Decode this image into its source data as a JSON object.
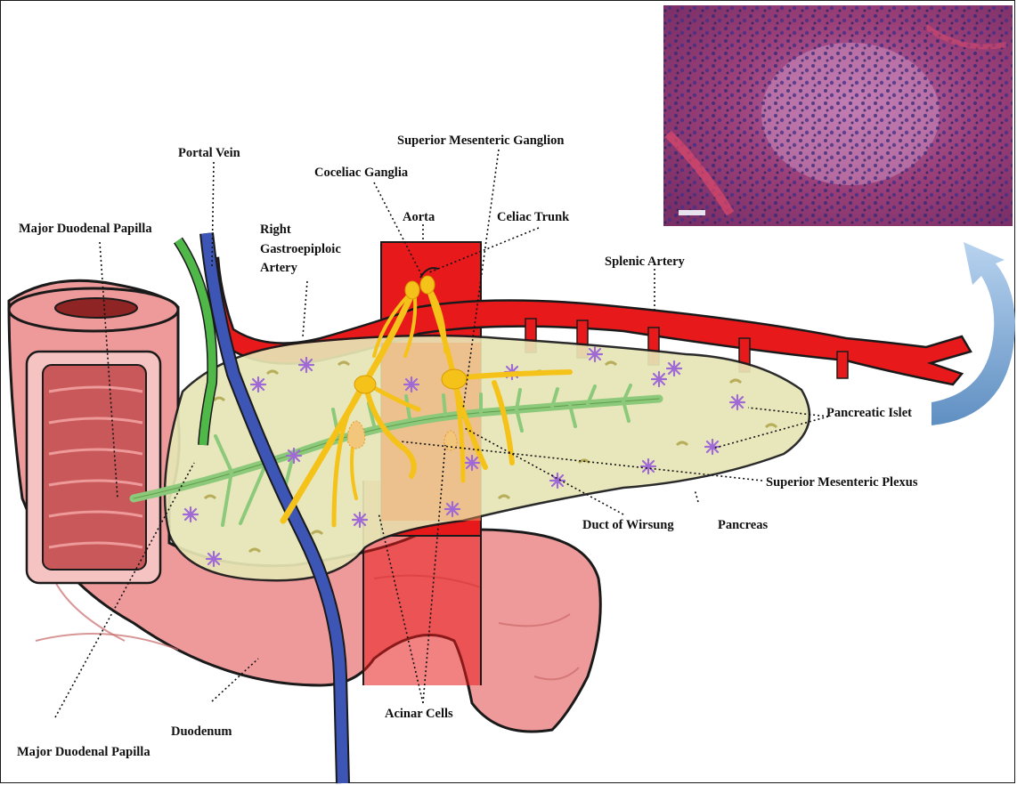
{
  "labels": {
    "portal_vein": "Portal Vein",
    "superior_mesenteric_ganglion": "Superior Mesenteric Ganglion",
    "coceliac_ganglia": "Coceliac Ganglia",
    "major_duodenal_papilla_top": "Major Duodenal Papilla",
    "right_gastroepiploic_artery_1": "Right",
    "right_gastroepiploic_artery_2": "Gastroepiploic",
    "right_gastroepiploic_artery_3": "Artery",
    "aorta": "Aorta",
    "celiac_trunk": "Celiac Trunk",
    "splenic_artery": "Splenic Artery",
    "pancreatic_islet": "Pancreatic Islet",
    "superior_mesenteric_plexus": "Superior Mesenteric Plexus",
    "duct_of_wirsung": "Duct of Wirsung",
    "pancreas": "Pancreas",
    "acinar_cells": "Acinar Cells",
    "duodenum": "Duodenum",
    "major_duodenal_papilla_bottom": "Major Duodenal Papilla"
  },
  "colors": {
    "duodenum": "#ef9a9a",
    "duodenum_dark": "#c96a6a",
    "duodenum_lumen": "#8e2424",
    "artery": "#e8191b",
    "portal_vein": "#3d55b4",
    "bile_duct": "#4fb848",
    "pancreas": "#e7e6b6",
    "pancreas_duct": "#8cc97a",
    "nerve": "#f5c21a",
    "islet_star": "#a06ad6",
    "histology": "#a8487e",
    "arrow": "#8fb6de"
  },
  "icons": {
    "rotation_arrow": "curved-arrow-icon",
    "histology_image": "islet-histology-image"
  }
}
